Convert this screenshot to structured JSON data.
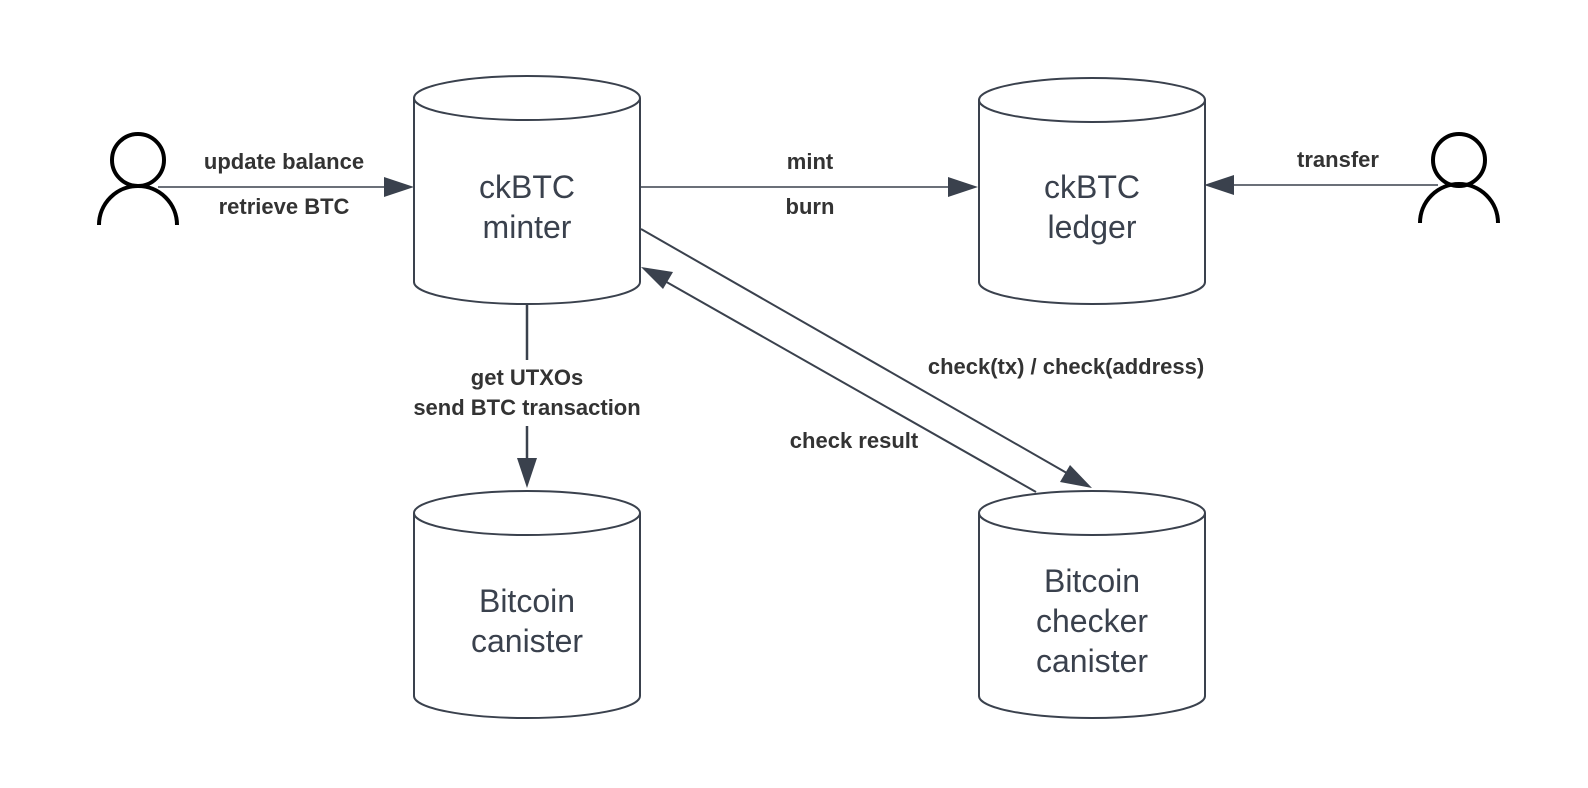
{
  "nodes": {
    "ckbtc_minter": {
      "lines": [
        "ckBTC",
        "minter"
      ]
    },
    "ckbtc_ledger": {
      "lines": [
        "ckBTC",
        "ledger"
      ]
    },
    "bitcoin_canister": {
      "lines": [
        "Bitcoin",
        "canister"
      ]
    },
    "bitcoin_checker_canister": {
      "lines": [
        "Bitcoin",
        "checker",
        "canister"
      ]
    }
  },
  "edges": {
    "user_to_minter": {
      "label_top": "update balance",
      "label_bottom": "retrieve BTC"
    },
    "minter_to_ledger": {
      "label_top": "mint",
      "label_bottom": "burn"
    },
    "user_to_ledger": {
      "label": "transfer"
    },
    "minter_to_bitcoin": {
      "line1": "get UTXOs",
      "line2": "send BTC transaction"
    },
    "minter_to_checker": {
      "label": "check(tx) / check(address)"
    },
    "checker_to_minter": {
      "label": "check result"
    }
  },
  "colors": {
    "stroke": "#3a414d",
    "text": "#333333",
    "background": "#ffffff"
  },
  "icons": [
    "user-icon",
    "arrowhead"
  ]
}
